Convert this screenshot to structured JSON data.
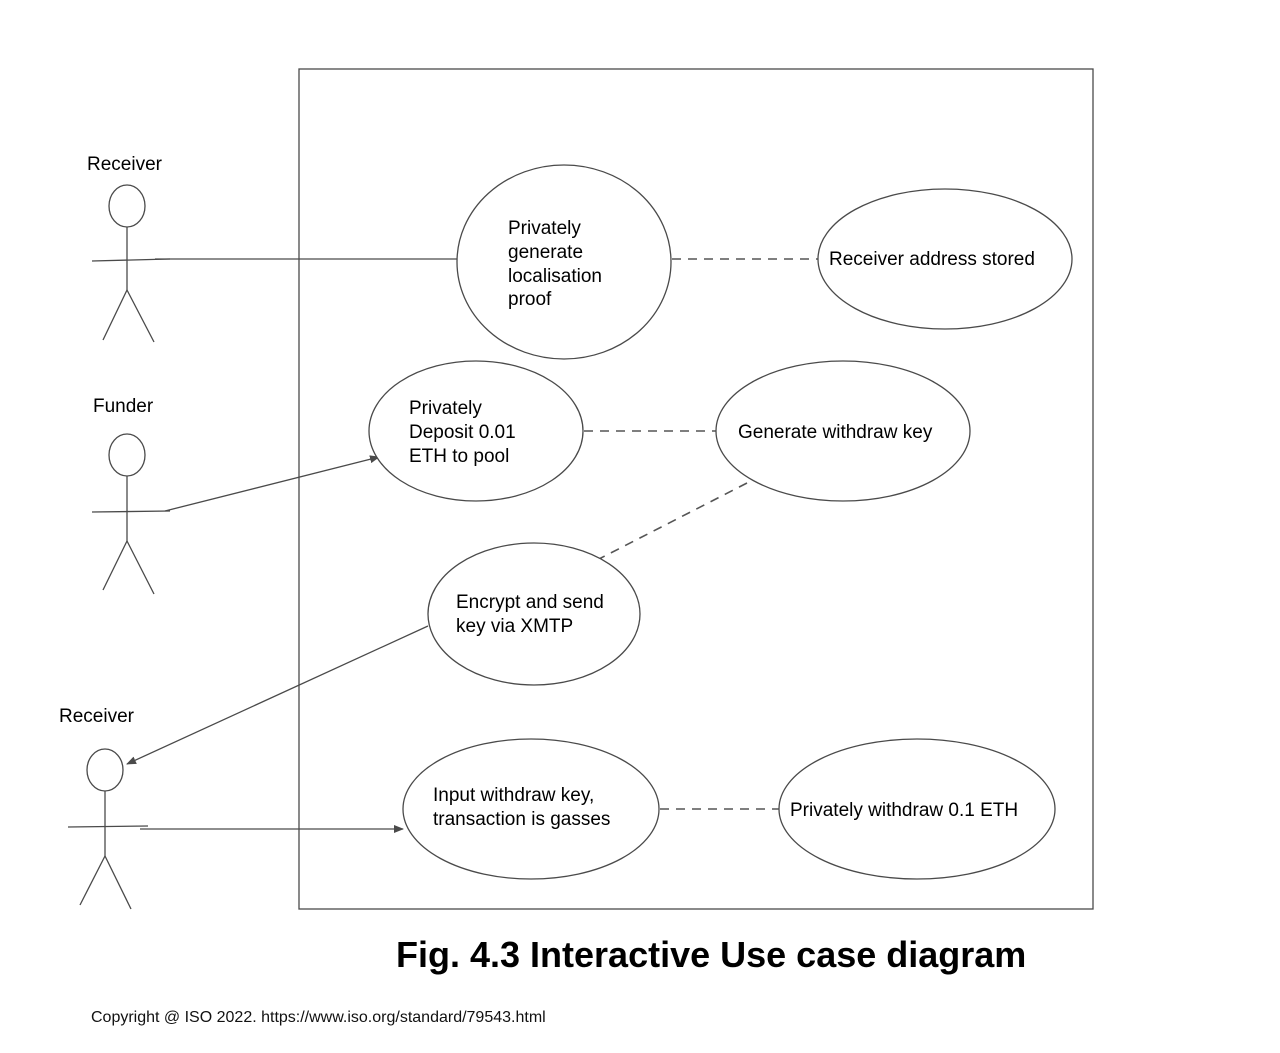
{
  "actors": {
    "receiver_top": "Receiver",
    "funder": "Funder",
    "receiver_bottom": "Receiver"
  },
  "use_cases": {
    "localisation_proof": [
      "Privately",
      "generate",
      "localisation",
      "proof"
    ],
    "address_stored": [
      "Receiver address stored"
    ],
    "deposit": [
      "Privately",
      "Deposit 0.01",
      "ETH to pool"
    ],
    "withdraw_key": [
      "Generate withdraw key"
    ],
    "encrypt_send": [
      "Encrypt and send",
      "key via XMTP"
    ],
    "input_key": [
      "Input withdraw key,",
      "transaction is gasses"
    ],
    "withdraw_eth": [
      "Privately withdraw 0.1 ETH"
    ]
  },
  "caption": "Fig. 4.3 Interactive Use case diagram",
  "copyright": "Copyright @ ISO 2022. https://www.iso.org/standard/79543.html"
}
